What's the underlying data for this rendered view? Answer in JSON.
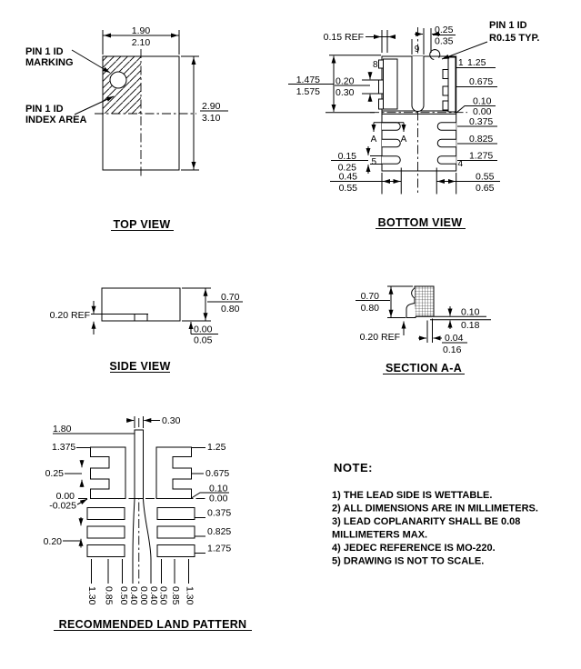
{
  "top_view": {
    "title": "TOP VIEW",
    "callout_marking_l1": "PIN 1 ID",
    "callout_marking_l2": "MARKING",
    "callout_index_l1": "PIN 1 ID",
    "callout_index_l2": "INDEX AREA",
    "dim_width_min": "1.90",
    "dim_width_max": "2.10",
    "dim_height_min": "2.90",
    "dim_height_max": "3.10"
  },
  "bottom_view": {
    "title": "BOTTOM VIEW",
    "dim_edge_ref": "0.15 REF",
    "dim_pad_gap_min": "0.25",
    "dim_pad_gap_max": "0.35",
    "callout_pin1_l1": "PIN 1 ID",
    "callout_pin1_l2": "R0.15 TYP.",
    "pin_9": "9",
    "pin_8": "8",
    "pin_1": "1",
    "pin_5": "5",
    "pin_4": "4",
    "dim_pin1_len": "1.25",
    "dim_pad_row1": "0.675",
    "dim_step_min": "0.10",
    "dim_step_max": "0.00",
    "dim_lead_row1": "0.375",
    "dim_lead_row2": "0.825",
    "dim_lead_row3": "1.275",
    "dim_body_min": "1.475",
    "dim_body_max": "1.575",
    "dim_bump_min": "0.20",
    "dim_bump_max": "0.30",
    "dim_lead_w_min": "0.15",
    "dim_lead_w_max": "0.25",
    "dim_bottom_left_min": "0.45",
    "dim_bottom_left_max": "0.55",
    "dim_bottom_right_min": "0.55",
    "dim_bottom_right_max": "0.65",
    "section_a_left": "A",
    "section_a_right": "A"
  },
  "side_view": {
    "title": "SIDE VIEW",
    "dim_lead_ref": "0.20 REF",
    "dim_height_min": "0.70",
    "dim_height_max": "0.80",
    "dim_standoff_min": "0.00",
    "dim_standoff_max": "0.05"
  },
  "section_aa": {
    "title": "SECTION A-A",
    "dim_height_min": "0.70",
    "dim_height_max": "0.80",
    "dim_lead_ref": "0.20 REF",
    "dim_standoff_min": "0.10",
    "dim_standoff_max": "0.18",
    "dim_foot_min": "0.04",
    "dim_foot_max": "0.16"
  },
  "land_pattern": {
    "title": "RECOMMENDED LAND PATTERN",
    "dim_center_len": "1.80",
    "dim_center_w": "0.30",
    "dim_comb_top": "1.375",
    "dim_pin1_len": "1.25",
    "dim_notch": "0.25",
    "dim_row_0675": "0.675",
    "dim_step_min": "0.10",
    "dim_step_max": "0.00",
    "dim_zero": "0.00",
    "dim_neg": "-0.025",
    "dim_row_0375": "0.375",
    "dim_row_0825": "0.825",
    "dim_row_1275": "1.275",
    "dim_pad_w": "0.20",
    "ruler": [
      "1.30",
      "0.85",
      "0.50",
      "0.40",
      "0.00",
      "0.40",
      "0.50",
      "0.85",
      "1.30"
    ]
  },
  "note": {
    "heading": "NOTE:",
    "lines": [
      "1) THE LEAD SIDE IS WETTABLE.",
      "2) ALL DIMENSIONS ARE IN MILLIMETERS.",
      "3) LEAD COPLANARITY SHALL BE 0.08",
      "MILLIMETERS MAX.",
      "4) JEDEC REFERENCE IS MO-220.",
      "5) DRAWING IS NOT TO SCALE."
    ]
  }
}
